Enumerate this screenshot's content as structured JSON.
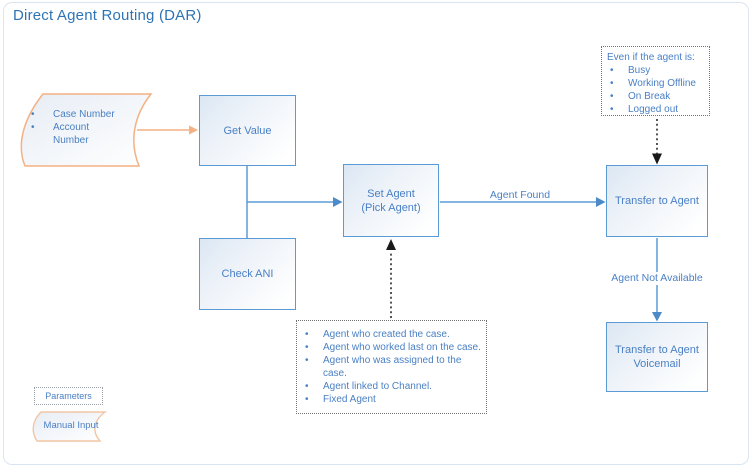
{
  "title": "Direct Agent Routing (DAR)",
  "manual_input": {
    "items": [
      "Case Number",
      "Account Number"
    ]
  },
  "nodes": {
    "get_value": {
      "lines": [
        "Get Value"
      ]
    },
    "check_ani": {
      "lines": [
        "Check ANI"
      ]
    },
    "set_agent": {
      "lines": [
        "Set Agent",
        "(Pick Agent)"
      ]
    },
    "transfer_agent": {
      "lines": [
        "Transfer to Agent"
      ]
    },
    "transfer_voicemail": {
      "lines": [
        "Transfer to Agent",
        "Voicemail"
      ]
    }
  },
  "notes": {
    "agent_status": {
      "title": "Even if the agent is:",
      "items": [
        "Busy",
        "Working Offline",
        "On Break",
        "Logged out"
      ]
    },
    "pick_agent_rules": {
      "items": [
        "Agent who created the case.",
        "Agent who worked last on the case.",
        "Agent who was assigned to the case.",
        "Agent linked to Channel.",
        "Fixed Agent"
      ]
    }
  },
  "edges": {
    "agent_found": "Agent Found",
    "agent_not_available": "Agent Not Available"
  },
  "legend": {
    "parameters": "Parameters",
    "manual_input": "Manual Input"
  },
  "colors": {
    "accent_blue": "#5b9bd5",
    "text_blue": "#4a80c4",
    "title_blue": "#2e74b5",
    "accent_orange": "#f4b183",
    "note_border_gray": "#737373"
  }
}
